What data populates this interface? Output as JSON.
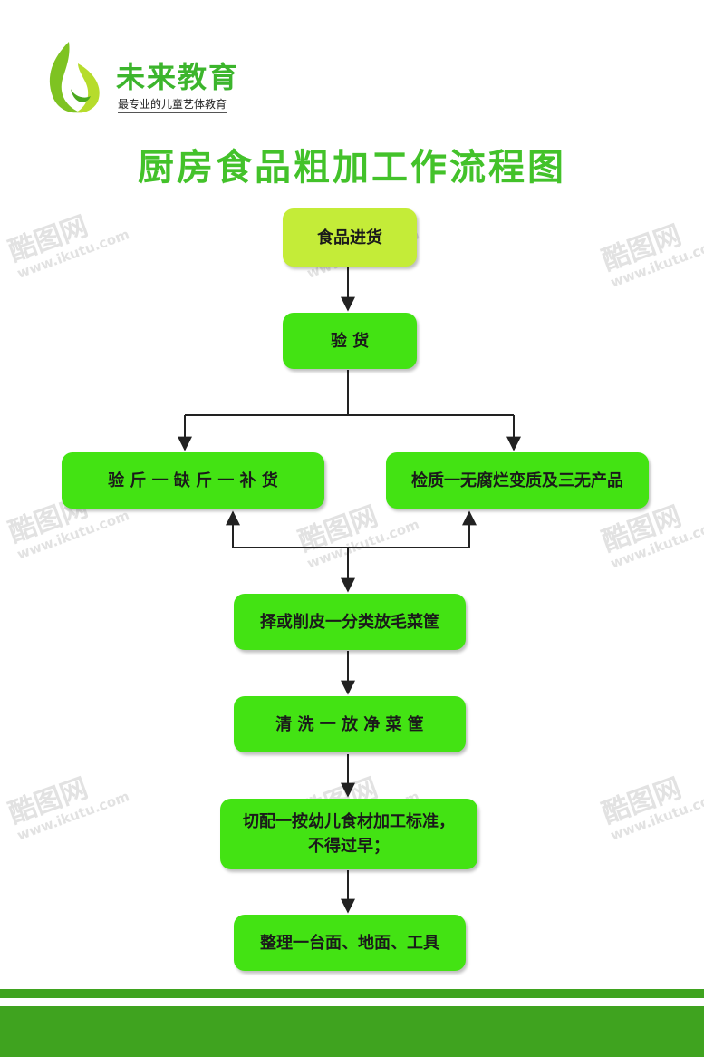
{
  "brand": {
    "name": "未来教育",
    "tagline": "最专业的儿童艺体教育"
  },
  "title": "厨房食品粗加工作流程图",
  "nodes": {
    "receive": "食品进货",
    "inspect": "验  货",
    "weigh": "验 斤 一 缺 斤 一 补 货",
    "quality": "检质一无腐烂变质及三无产品",
    "sort": "择或削皮一分类放毛菜筐",
    "wash": "清 洗 一 放 净 菜 筐",
    "cut_line1": "切配一按幼儿食材加工标准，",
    "cut_line2": "不得过早；",
    "tidy": "整理一台面、地面、工具"
  },
  "watermark": {
    "brand": "酷图网",
    "url": "www.ikutu.com"
  },
  "colors": {
    "node": "#43e313",
    "start_node": "#c4ec38",
    "title": "#43c22a",
    "band": "#3fa31f"
  }
}
